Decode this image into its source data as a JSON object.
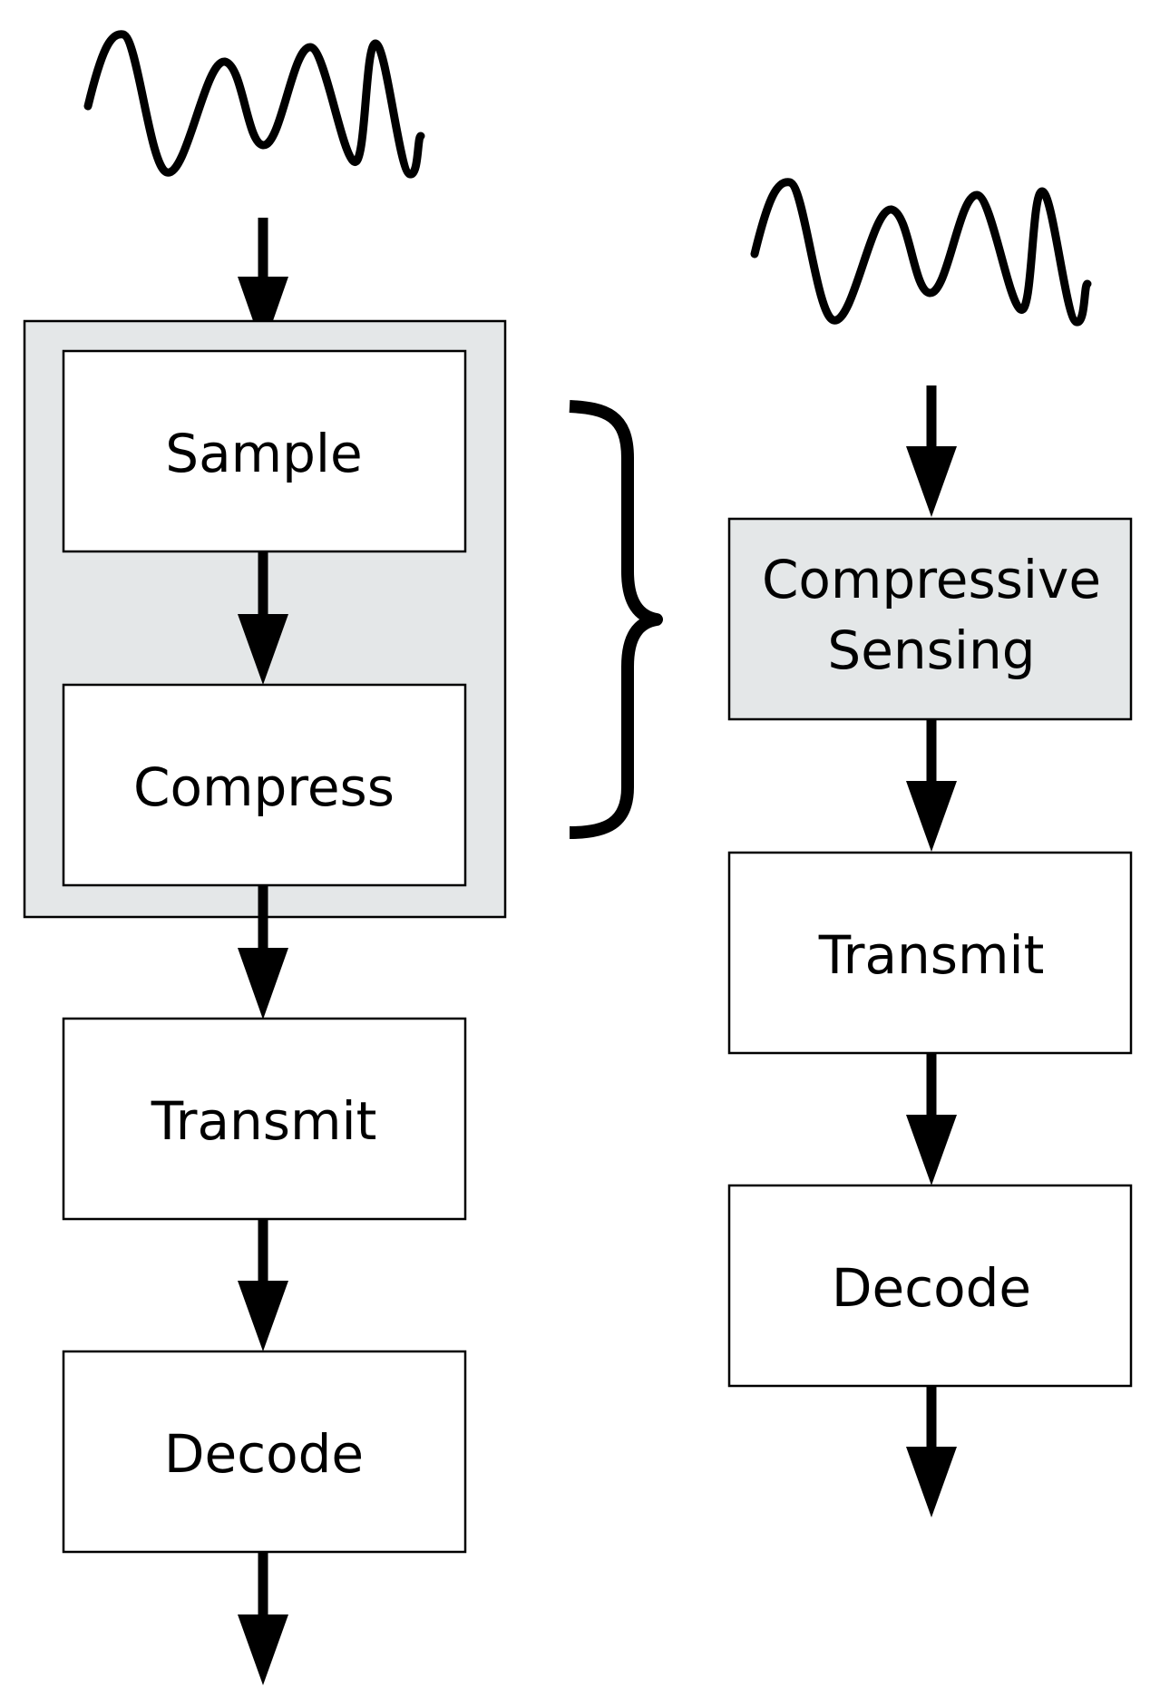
{
  "diagram": {
    "conventional_pipeline": {
      "steps": [
        "Sample",
        "Compress",
        "Transmit",
        "Decode"
      ]
    },
    "compressive_pipeline": {
      "steps": [
        {
          "line1": "Compressive",
          "line2": "Sensing"
        },
        "Transmit",
        "Decode"
      ]
    },
    "colors": {
      "group_fill": "#e4e7e8",
      "box_fill": "#ffffff",
      "highlight_box_fill": "#e4e7e8",
      "stroke": "#000000"
    }
  }
}
